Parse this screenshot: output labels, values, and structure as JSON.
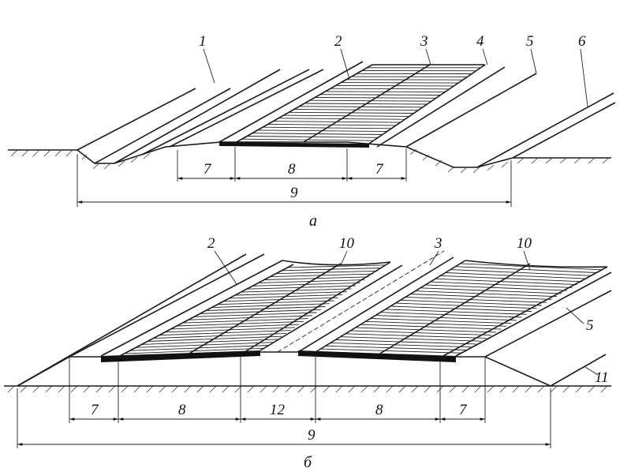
{
  "diagram_a": {
    "labels": {
      "n1": "1",
      "n2": "2",
      "n3": "3",
      "n4": "4",
      "n5": "5",
      "n6": "6"
    },
    "dims": {
      "left": "7",
      "center": "8",
      "right": "7",
      "total": "9"
    },
    "caption": "а"
  },
  "diagram_b": {
    "labels": {
      "n2": "2",
      "n10a": "10",
      "n3": "3",
      "n10b": "10",
      "n5": "5",
      "n11": "11"
    },
    "dims": {
      "left": "7",
      "lane1": "8",
      "median": "12",
      "lane2": "8",
      "right": "7",
      "total": "9"
    },
    "caption": "б"
  }
}
